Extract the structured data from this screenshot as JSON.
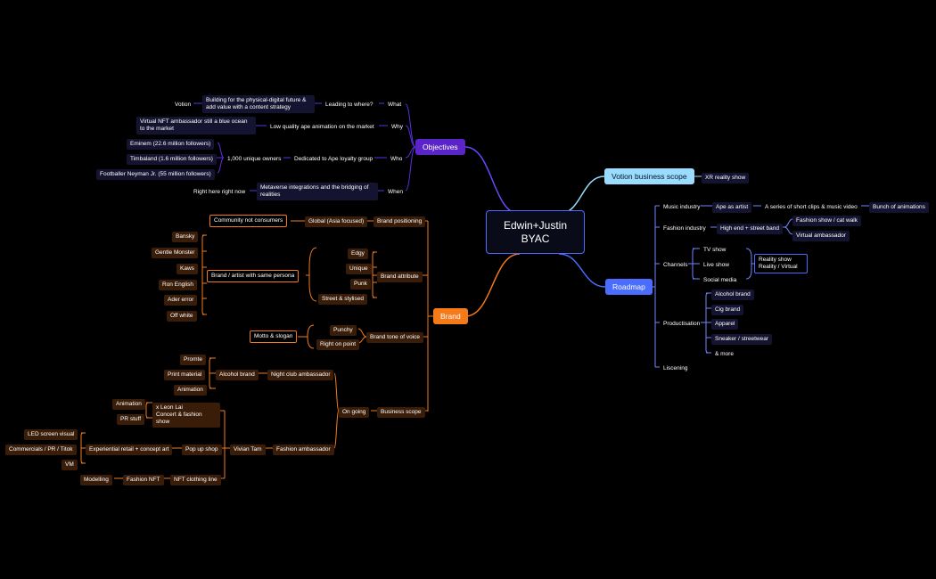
{
  "colors": {
    "background": "#000000",
    "objectives": "#5b24c8",
    "brand": "#f57a1a",
    "votion_scope": "#99dcff",
    "roadmap": "#4a6cff",
    "root_border": "#4f6aff"
  },
  "root": {
    "line1": "Edwin+Justin",
    "line2": "BYAC"
  },
  "objectives": {
    "label": "Objectives",
    "what": {
      "label": "What",
      "q": "Leading to where?",
      "desc": "Building for the physical-digital future & add value with a content strategy",
      "leaf": "Votion"
    },
    "why": {
      "label": "Why",
      "desc": "Low quality ape animation on the market",
      "leaf": "Virtual NFT ambassador still a blue ocean to the market"
    },
    "who": {
      "label": "Who",
      "desc": "Dedicated to Ape loyalty group",
      "sub": "1,000 unique owners",
      "leaves": [
        "Eminem (22.6 million followers)",
        "Timbaland (1.6 million followers)",
        "Footballer Neyman Jr. (55 million followers)"
      ]
    },
    "when": {
      "label": "When",
      "desc": "Metaverse integrations and the bridging of realities",
      "leaf": "Right here right now"
    }
  },
  "brand": {
    "label": "Brand",
    "positioning": {
      "label": "Brand positioning",
      "sub": "Global (Asia focused)",
      "leaf": "Community not consumers"
    },
    "attribute": {
      "label": "Brand attribute",
      "items": [
        "Edgy",
        "Unique",
        "Punk",
        "Street & stylised"
      ],
      "persona": "Brand / artist with same persona",
      "artists": [
        "Bansky",
        "Gentle Monster",
        "Kaws",
        "Ron English",
        "Ader error",
        "Off white"
      ]
    },
    "tone": {
      "label": "Brand  tone of voice",
      "items": [
        "Punchy",
        "Right on point"
      ],
      "leaf": "Motto & slogan"
    },
    "scope": {
      "label": "Business scope",
      "ongoing": "On going",
      "nightclub": {
        "label": "Night club ambassador",
        "alcohol": "Alcohol brand",
        "items": [
          "Promte",
          "Print material",
          "Animation"
        ]
      },
      "fashion": {
        "label": "Fashion ambassador",
        "vivian": "Vivian Tam",
        "leon": "x Leon Lai\nConcert & fashion show",
        "leon_items": [
          "Animation",
          "PR stuff"
        ],
        "popup": "Pop up shop",
        "retail": "Experiential retail + concept art",
        "retail_items": [
          "LED screen visual",
          "Commercials / PR / Titok",
          "VM"
        ],
        "nft_line": "NFT clothing line",
        "fashion_nft": "Fashion NFT",
        "modelling": "Modelling"
      }
    }
  },
  "votion": {
    "label": "Votion business scope",
    "leaf": "XR reality show"
  },
  "roadmap": {
    "label": "Roadmap",
    "music": {
      "label": "Music industry",
      "a": "Ape as artist",
      "b": "A series of short clips & music video",
      "c": "Bunch of animations"
    },
    "fashion": {
      "label": "Fashion industry",
      "a": "High end + street band",
      "items": [
        "Fashion show / cat walk",
        "Virtual ambassador"
      ]
    },
    "channels": {
      "label": "Channels",
      "items": [
        "TV show",
        "Live show",
        "Social media"
      ],
      "reality": "Reality show\nReality / Virtual"
    },
    "product": {
      "label": "Productisation",
      "items": [
        "Alcohol brand",
        "Cig brand",
        "Apparel",
        "Sneaker / streetwear",
        "& more"
      ]
    },
    "licensing": "Liscening"
  }
}
